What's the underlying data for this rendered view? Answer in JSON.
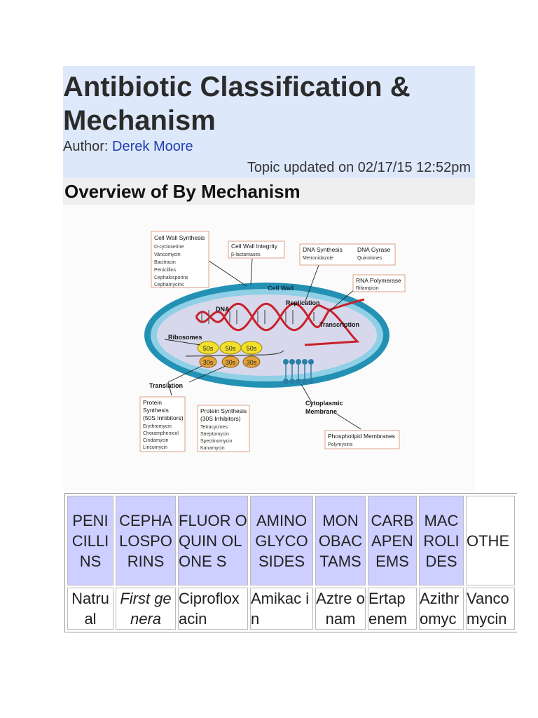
{
  "header": {
    "title": "Antibiotic Classification & Mechanism",
    "author_label": "Author:",
    "author_name": "Derek Moore",
    "updated": "Topic updated on 02/17/15 12:52pm"
  },
  "section": {
    "heading": "Overview of By Mechanism"
  },
  "diagram": {
    "cell_wall_box": {
      "title": "Cell Wall Synthesis",
      "items": [
        "D-cycloserine",
        "Vancomycin",
        "Bacitracin",
        "Penicillins",
        "Cephalosporins",
        "Cephamycins"
      ]
    },
    "integrity_box": {
      "title": "Cell Wall Integrity",
      "items": [
        "β-lactamases"
      ]
    },
    "dna_box": {
      "title1": "DNA Synthesis",
      "item1": "Metronidazole",
      "title2": "DNA Gyrase",
      "item2": "Quinolones"
    },
    "rna_box": {
      "title": "RNA Polymerase",
      "item": "Rifampicin"
    },
    "protein50_box": {
      "lines": [
        "Protein",
        "Synthesis",
        "(50S Inhibitors)"
      ],
      "items": [
        "Erythromycin",
        "Choramphenicol",
        "Cindamycin",
        "Lincomycin"
      ]
    },
    "protein30_box": {
      "lines": [
        "Protein Synthesis",
        "(30S Inhibitors)"
      ],
      "items": [
        "Tetracycines",
        "Streptomycin",
        "Spectinomycin",
        "Kanamycin"
      ]
    },
    "phospho_box": {
      "title": "Phospholipid Membranes",
      "item": "Polymyxins"
    },
    "labels": {
      "cell_wall": "Cell Wall",
      "dna": "DNA",
      "replication": "Replication",
      "transcription": "Transcription",
      "ribosomes": "Ribosomes",
      "s50": "50s",
      "s30": "30s",
      "translation": "Translation",
      "cytoplasmic": "Cytoplasmic",
      "membrane": "Membrane"
    }
  },
  "table": {
    "headers": [
      "PENI CILLI NS",
      "CEPHA LOSPO RINS",
      "FLUOR OQUIN OLONE S",
      "AMINO GLYCO SIDES",
      "MON OBAC TAMS",
      "CARB APEN EMS",
      "MAC ROLI DES",
      "OTHE"
    ],
    "row": [
      "Natru al",
      "First genera",
      "Ciproflox acin",
      "Amikac in",
      "Aztre onam",
      "Ertap enem",
      "Azithr omyc",
      "Vanco mycin"
    ]
  },
  "colors": {
    "header_bg": "#dde8fb",
    "author_link": "#1f3fb0",
    "table_header_bg": "#cccfff",
    "cell_wall": "#1f8fb0",
    "cytoplasm": "#d8d8ec",
    "dna_red": "#d0202a",
    "ribosome_50s": "#f2e02c",
    "ribosome_30s": "#e2a43a"
  }
}
